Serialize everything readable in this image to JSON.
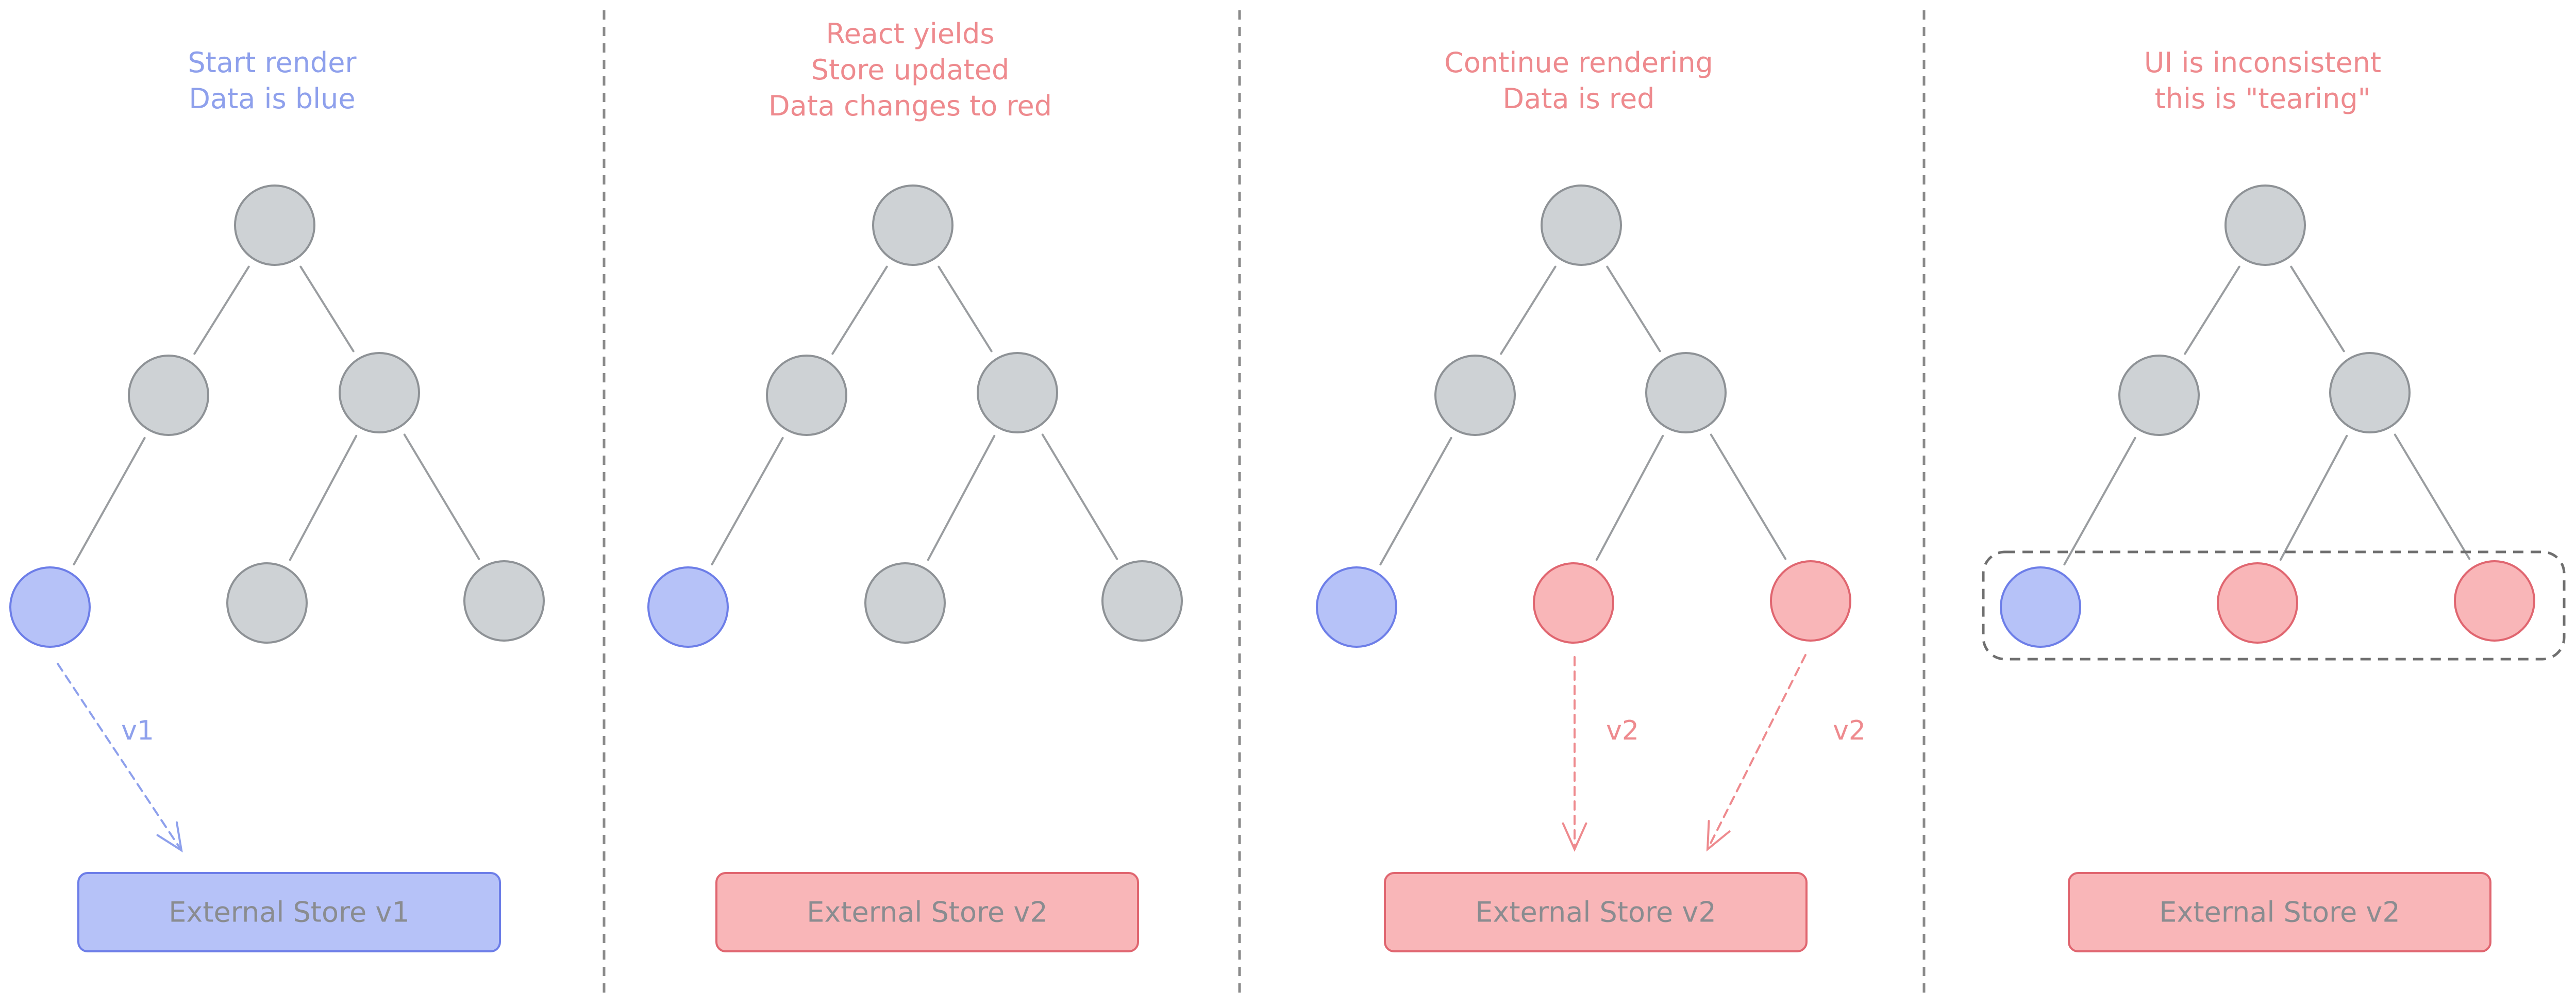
{
  "colors": {
    "blue_stroke": "#6d7ee8",
    "blue_fill": "#b6c2f8",
    "red_stroke": "#e06670",
    "red_fill": "#f9b6b8",
    "gray_stroke": "#8e9296",
    "gray_fill": "#ced2d5",
    "caption_blue": "#8ea0ec",
    "caption_red": "#ee8a8e",
    "store_text": "#8a8c90",
    "divider": "#8a8a8a"
  },
  "panels": [
    {
      "caption": [
        "Start render",
        "Data is blue"
      ],
      "caption_color": "blue",
      "leaves": [
        "blue",
        "gray",
        "gray"
      ],
      "store_label": "External Store v1",
      "store_color": "blue",
      "arrows": [
        {
          "from_leaf": 0,
          "label": "v1",
          "color": "blue"
        }
      ],
      "group_box": false
    },
    {
      "caption": [
        "React yields",
        "Store updated",
        "Data changes to red"
      ],
      "caption_color": "red",
      "leaves": [
        "blue",
        "gray",
        "gray"
      ],
      "store_label": "External Store v2",
      "store_color": "red",
      "arrows": [],
      "group_box": false
    },
    {
      "caption": [
        "Continue rendering",
        "Data is red"
      ],
      "caption_color": "red",
      "leaves": [
        "blue",
        "red",
        "red"
      ],
      "store_label": "External Store v2",
      "store_color": "red",
      "arrows": [
        {
          "from_leaf": 1,
          "label": "v2",
          "color": "red"
        },
        {
          "from_leaf": 2,
          "label": "v2",
          "color": "red"
        }
      ],
      "group_box": false
    },
    {
      "caption": [
        "UI is inconsistent",
        "this is \"tearing\""
      ],
      "caption_color": "red",
      "leaves": [
        "blue",
        "red",
        "red"
      ],
      "store_label": "External Store v2",
      "store_color": "red",
      "arrows": [],
      "group_box": true
    }
  ]
}
